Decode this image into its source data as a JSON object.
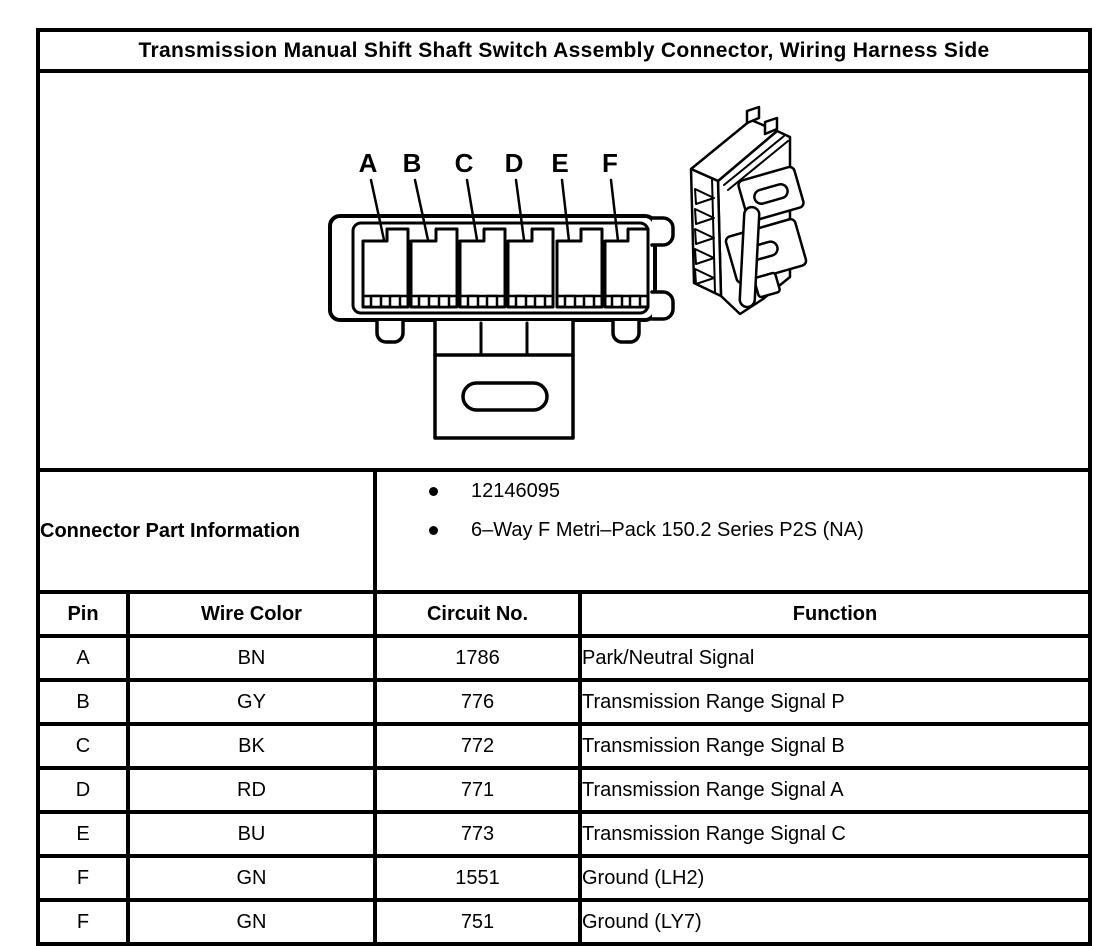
{
  "title": "Transmission Manual Shift Shaft Switch Assembly Connector, Wiring Harness Side",
  "colors": {
    "line": "#000000",
    "background": "#ffffff"
  },
  "diagram": {
    "pin_labels": [
      "A",
      "B",
      "C",
      "D",
      "E",
      "F"
    ]
  },
  "part_info": {
    "label": "Connector Part Information",
    "bullets": [
      "12146095",
      "6–Way F Metri–Pack 150.2 Series P2S (NA)"
    ]
  },
  "pin_table": {
    "headers": [
      "Pin",
      "Wire Color",
      "Circuit No.",
      "Function"
    ],
    "rows": [
      {
        "pin": "A",
        "wire_color": "BN",
        "circuit_no": "1786",
        "function": "Park/Neutral Signal"
      },
      {
        "pin": "B",
        "wire_color": "GY",
        "circuit_no": "776",
        "function": "Transmission Range Signal P"
      },
      {
        "pin": "C",
        "wire_color": "BK",
        "circuit_no": "772",
        "function": "Transmission Range Signal B"
      },
      {
        "pin": "D",
        "wire_color": "RD",
        "circuit_no": "771",
        "function": "Transmission Range Signal A"
      },
      {
        "pin": "E",
        "wire_color": "BU",
        "circuit_no": "773",
        "function": "Transmission Range Signal C"
      },
      {
        "pin": "F",
        "wire_color": "GN",
        "circuit_no": "1551",
        "function": "Ground (LH2)"
      },
      {
        "pin": "F",
        "wire_color": "GN",
        "circuit_no": "751",
        "function": "Ground (LY7)"
      }
    ]
  }
}
